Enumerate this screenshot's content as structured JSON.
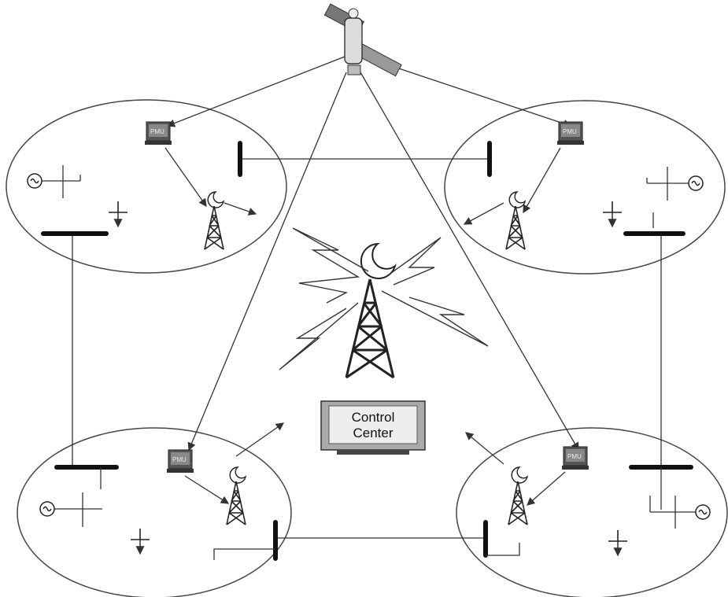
{
  "control_center": {
    "line1": "Control",
    "line2": "Center"
  },
  "pmu_label": "PMU",
  "icons": [
    "satellite-icon",
    "pmu-icon",
    "tower-icon",
    "generator-icon",
    "load-icon",
    "monitor-icon"
  ]
}
